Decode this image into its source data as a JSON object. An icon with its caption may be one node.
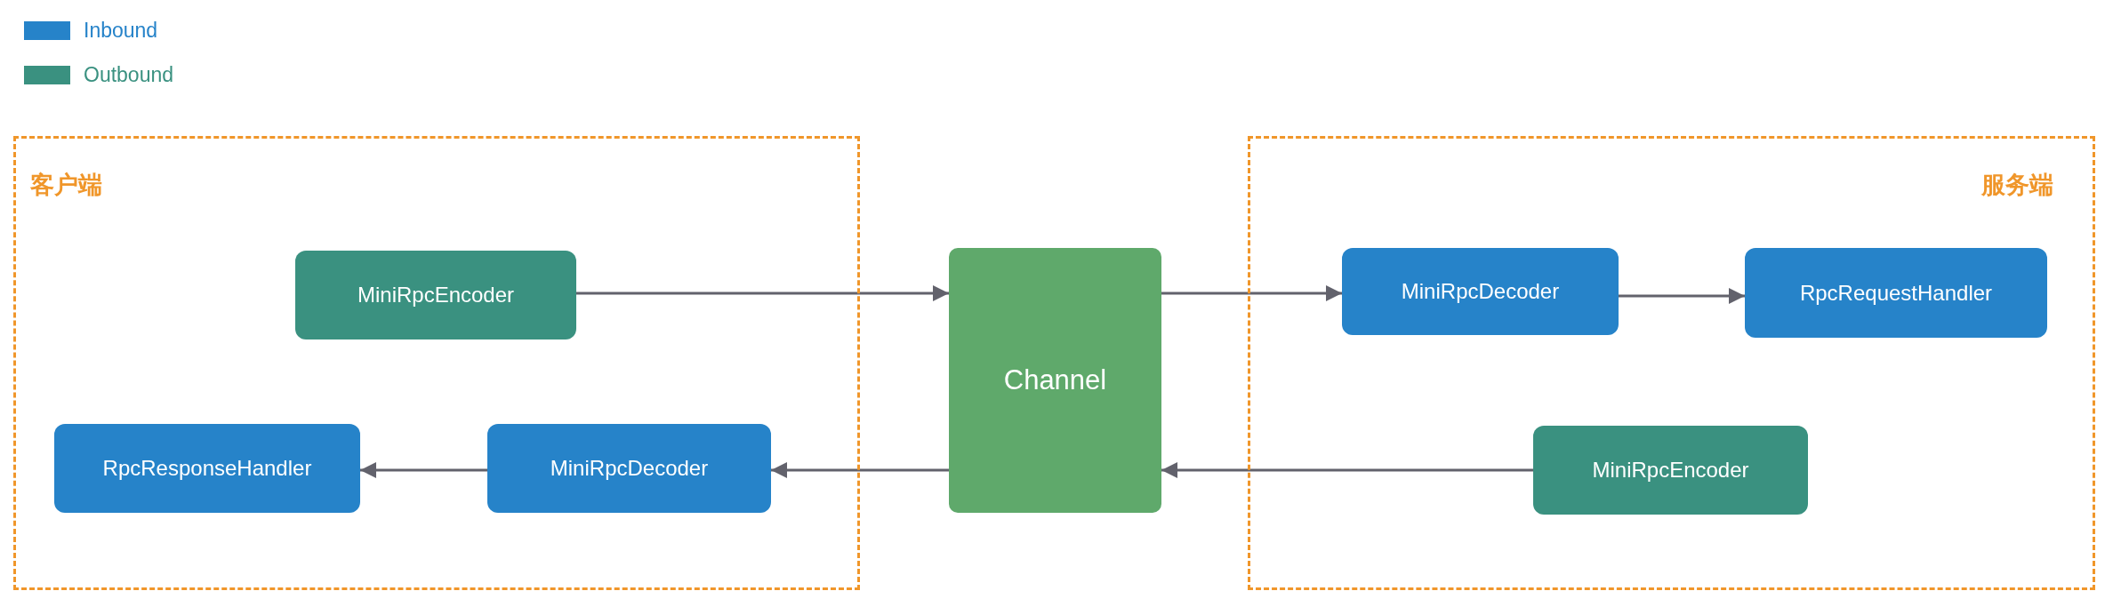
{
  "diagram": {
    "nodes": [
      {
        "text": [
          "客户端"
        ]
      },
      {
        "text": [
          "服务端"
        ]
      },
      {
        "text": [
          "MiniRpcEncoder"
        ],
        "in": 0
      },
      {
        "text": [
          "RpcResponseHandler"
        ],
        "in": 0
      },
      {
        "text": [
          "MiniRpcDecoder"
        ],
        "in": 0
      },
      {
        "text": [
          "Channel"
        ]
      },
      {
        "text": [
          "MiniRpcDecoder"
        ],
        "in": 1
      },
      {
        "text": [
          "RpcRequestHandler"
        ],
        "in": 1
      },
      {
        "text": [
          "MiniRpcEncoder"
        ],
        "in": 1
      }
    ],
    "edges": [
      {
        "from": 2,
        "to": 5,
        "arrow": "to"
      },
      {
        "from": 5,
        "to": 6,
        "arrow": "to"
      },
      {
        "from": 6,
        "to": 7,
        "arrow": "to"
      },
      {
        "from": 8,
        "to": 5,
        "arrow": "to"
      },
      {
        "from": 5,
        "to": 4,
        "arrow": "to"
      },
      {
        "from": 4,
        "to": 3,
        "arrow": "to"
      }
    ],
    "legend": [
      {
        "text": "Inbound",
        "color": "#2683c9"
      },
      {
        "text": "Outbound",
        "color": "#3a9180"
      }
    ]
  }
}
